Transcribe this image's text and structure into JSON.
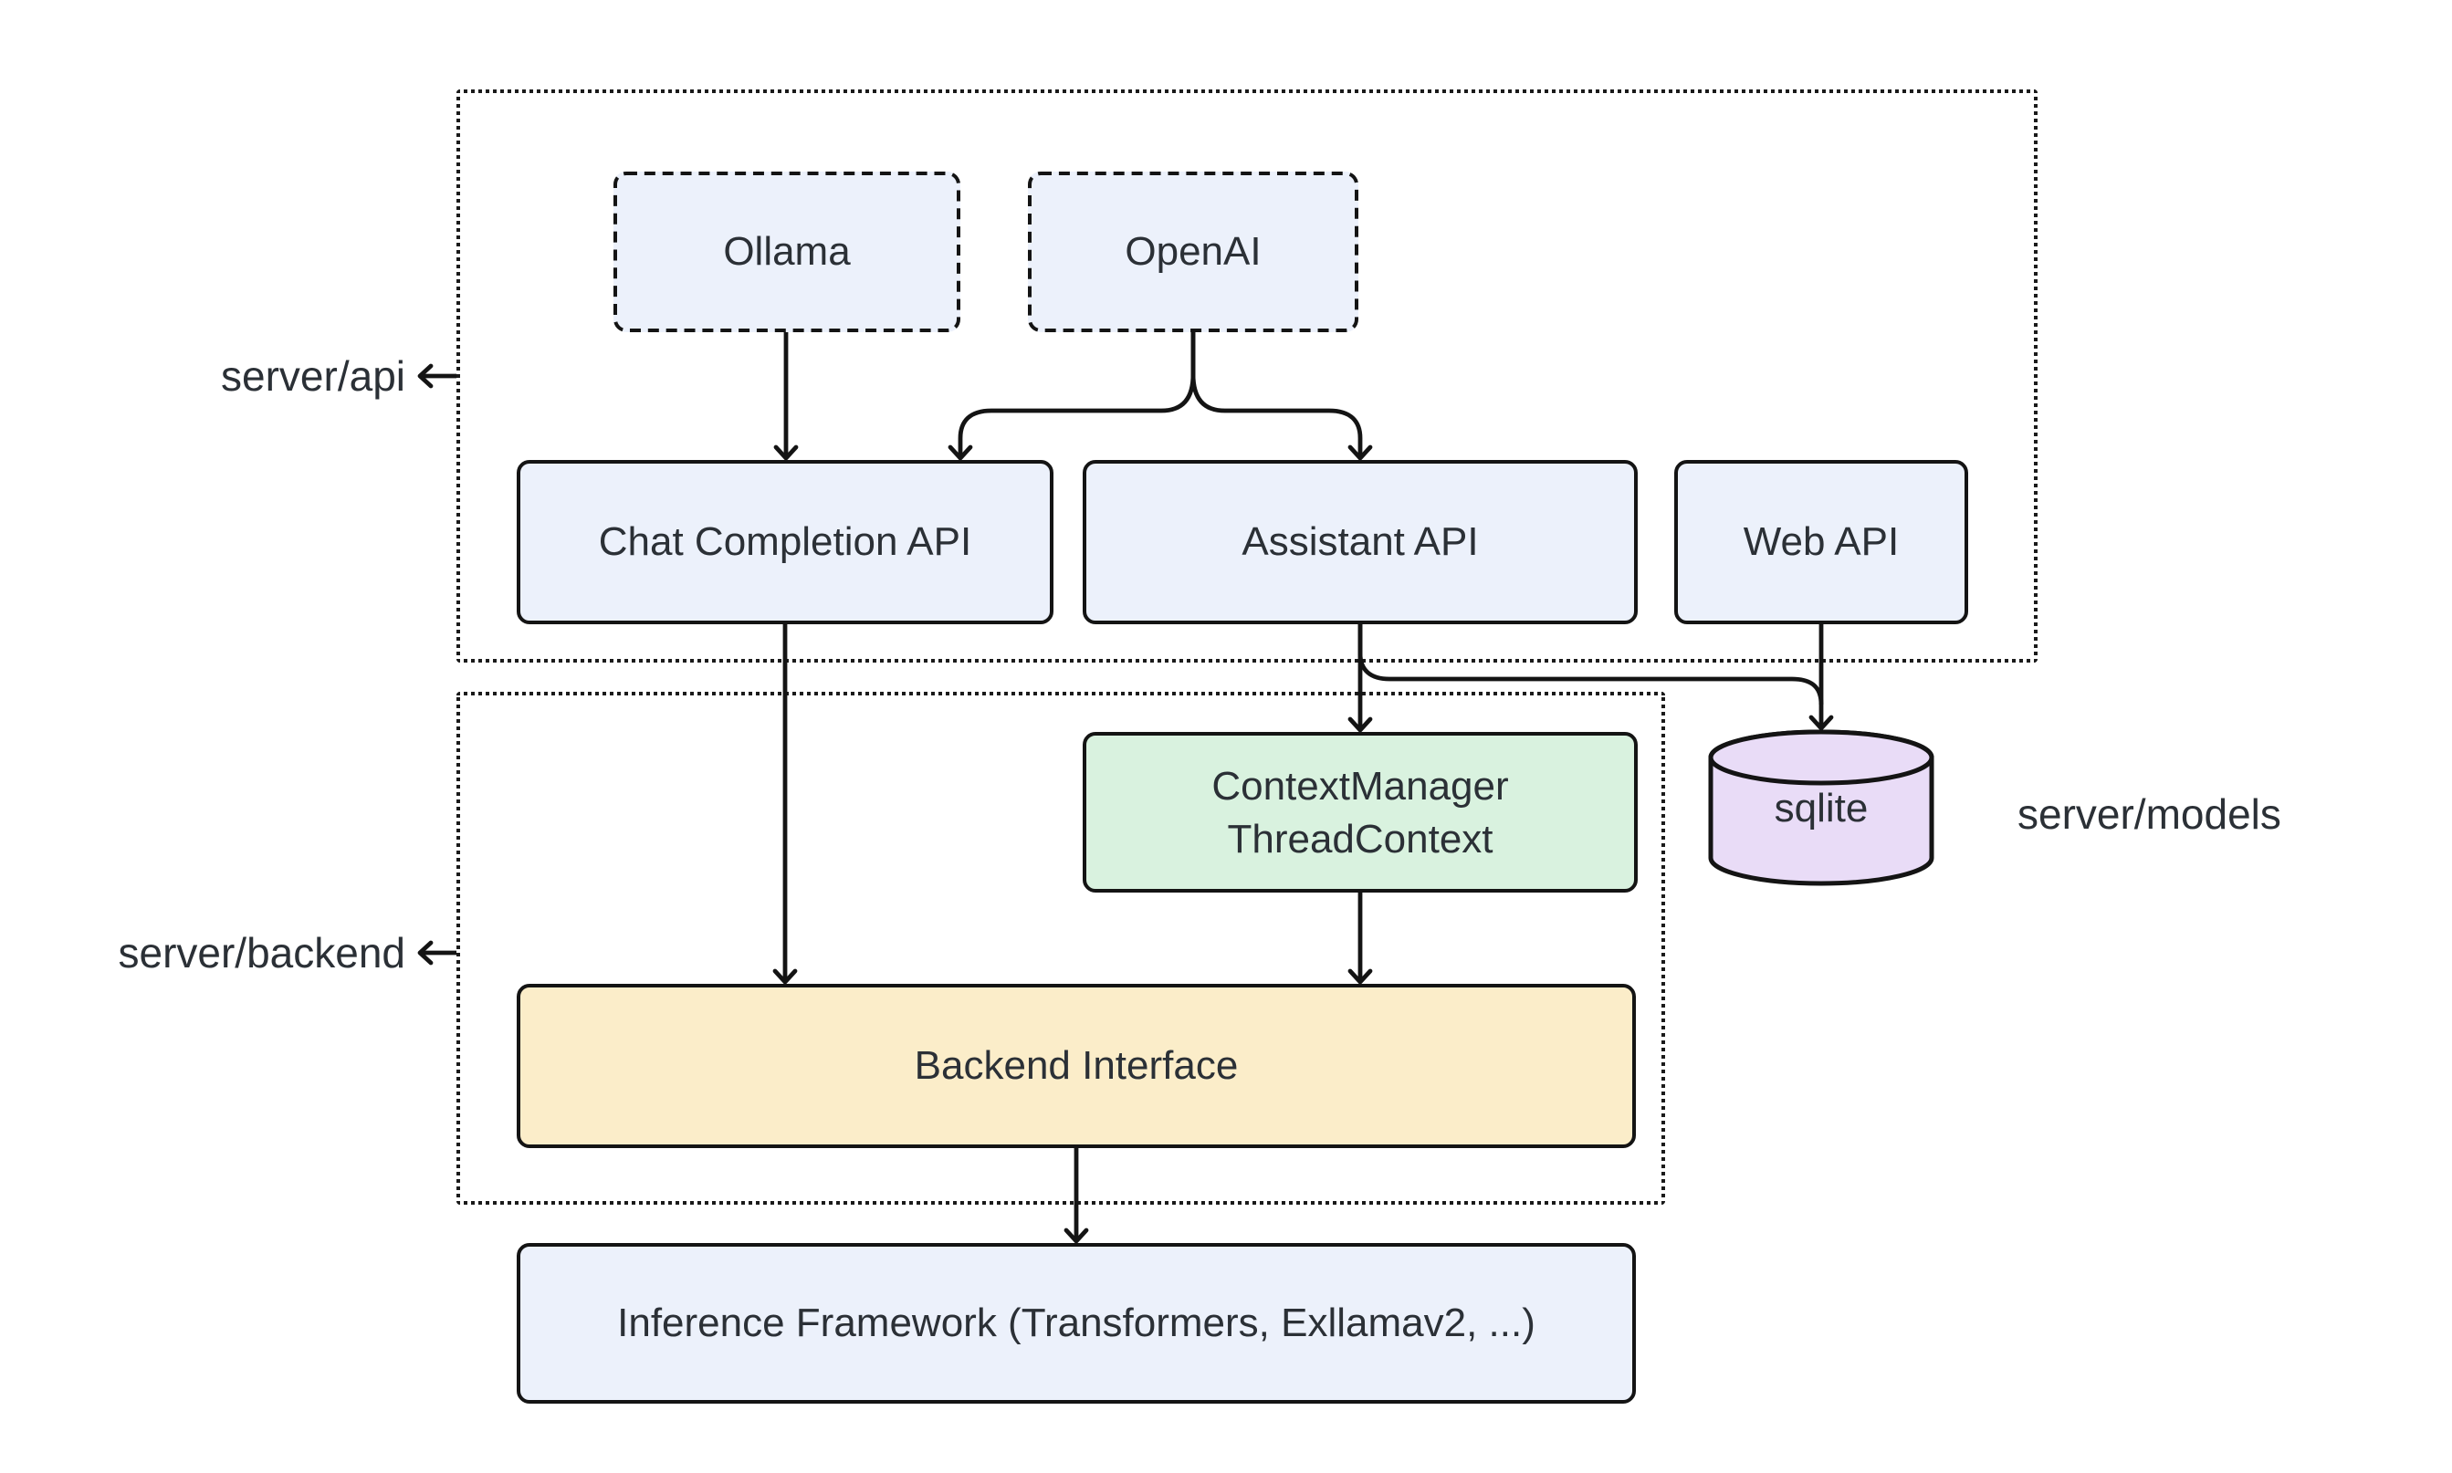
{
  "diagram": {
    "title": "",
    "groups": {
      "api_label": "server/api",
      "backend_label": "server/backend",
      "models_label": "server/models"
    },
    "nodes": {
      "ollama": "Ollama",
      "openai": "OpenAI",
      "chat_api": "Chat Completion API",
      "assistant_api": "Assistant API",
      "web_api": "Web API",
      "context_line1": "ContextManager",
      "context_line2": "ThreadContext",
      "sqlite": "sqlite",
      "backend_interface": "Backend Interface",
      "inference": "Inference Framework (Transformers, Exllamav2, ...)"
    },
    "edges": [
      {
        "from": "Ollama",
        "to": "Chat Completion API"
      },
      {
        "from": "OpenAI",
        "to": "Chat Completion API"
      },
      {
        "from": "OpenAI",
        "to": "Assistant API"
      },
      {
        "from": "Chat Completion API",
        "to": "Backend Interface"
      },
      {
        "from": "Assistant API",
        "to": "ContextManager ThreadContext"
      },
      {
        "from": "Assistant API",
        "to": "sqlite"
      },
      {
        "from": "Web API",
        "to": "sqlite"
      },
      {
        "from": "ContextManager ThreadContext",
        "to": "Backend Interface"
      },
      {
        "from": "Backend Interface",
        "to": "Inference Framework (Transformers, Exllamav2, ...)"
      }
    ],
    "colors": {
      "node_blue": "#ECF1FB",
      "node_green": "#D9F2DF",
      "node_purple": "#E9DCF7",
      "node_yellow": "#FBEDC9",
      "stroke": "#141414",
      "text": "#2B3036"
    }
  }
}
